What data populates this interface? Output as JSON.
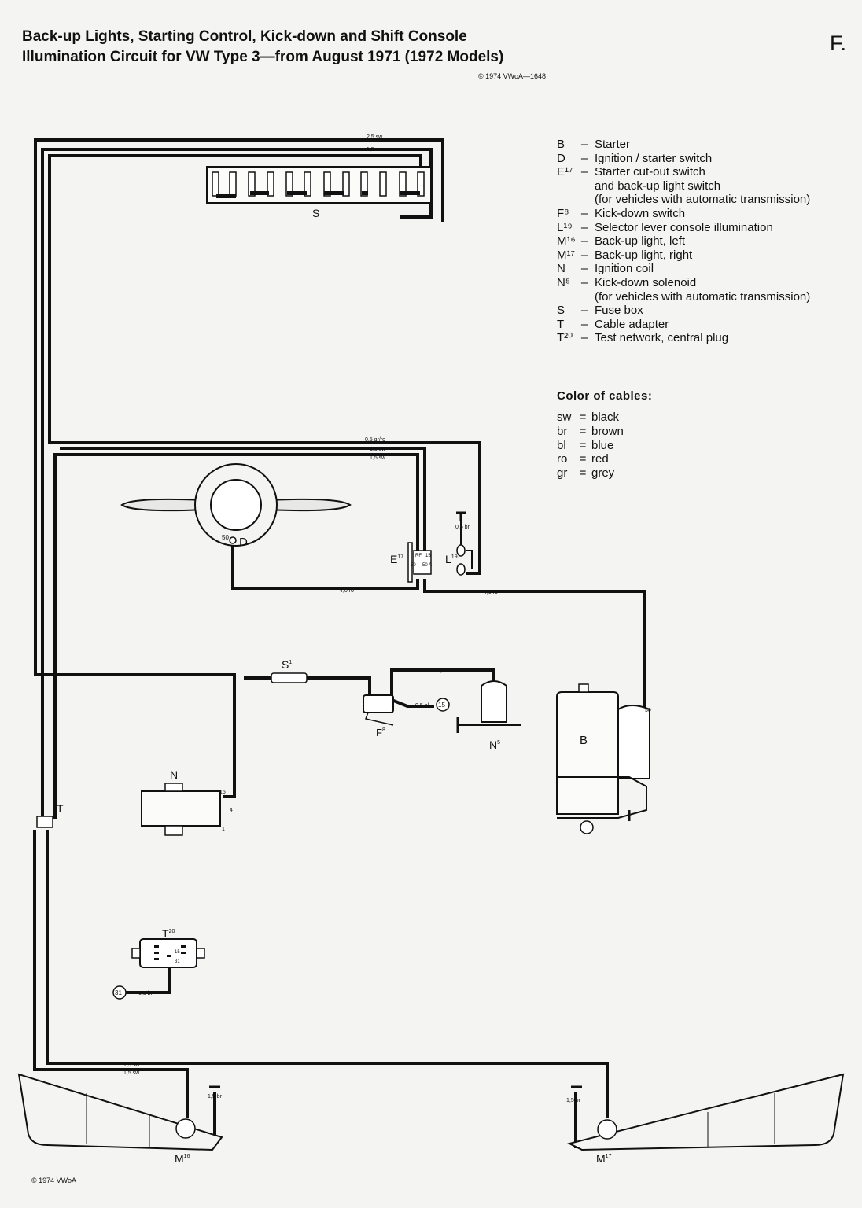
{
  "header": {
    "title_line1": "Back-up Lights, Starting Control, Kick-down and Shift Console",
    "title_line2": "Illumination Circuit for VW Type 3—from August 1971 (1972 Models)",
    "copyright_top": "© 1974 VWoA—1648",
    "sheet_letter": "F."
  },
  "legend": [
    {
      "code": "B",
      "text": "Starter",
      "cont": []
    },
    {
      "code": "D",
      "text": "Ignition / starter switch",
      "cont": []
    },
    {
      "code": "E¹⁷",
      "text": "Starter cut-out switch",
      "cont": [
        "and back-up light switch",
        "(for vehicles with automatic transmission)"
      ]
    },
    {
      "code": "F⁸",
      "text": "Kick-down switch",
      "cont": []
    },
    {
      "code": "L¹⁹",
      "text": "Selector lever console illumination",
      "cont": []
    },
    {
      "code": "M¹⁶",
      "text": "Back-up light, left",
      "cont": []
    },
    {
      "code": "M¹⁷",
      "text": "Back-up light, right",
      "cont": []
    },
    {
      "code": "N",
      "text": "Ignition coil",
      "cont": []
    },
    {
      "code": "N⁵",
      "text": "Kick-down solenoid",
      "cont": [
        "(for vehicles with automatic transmission)"
      ]
    },
    {
      "code": "S",
      "text": "Fuse box",
      "cont": []
    },
    {
      "code": "T",
      "text": "Cable adapter",
      "cont": []
    },
    {
      "code": "T²⁰",
      "text": "Test network, central plug",
      "cont": []
    }
  ],
  "legend_dash": "–",
  "cable_colors": {
    "title": "Color of cables:",
    "items": [
      {
        "code": "sw",
        "name": "black"
      },
      {
        "code": "br",
        "name": "brown"
      },
      {
        "code": "bl",
        "name": "blue"
      },
      {
        "code": "ro",
        "name": "red"
      },
      {
        "code": "gr",
        "name": "grey"
      }
    ],
    "eq": "="
  },
  "components": {
    "fuse_box": "S",
    "ignition_switch": "D",
    "ignition_terminal": "50",
    "cutout_switch": "E",
    "cutout_switch_sup": "17",
    "cutout_terminals": [
      "RF",
      "15",
      "50",
      "50 A"
    ],
    "console_light": "L",
    "console_light_sup": "19",
    "inline_fuse": "S",
    "inline_fuse_sup": "1",
    "kickdown_switch": "F",
    "kickdown_switch_sup": "8",
    "terminal_15": "15",
    "solenoid": "N",
    "solenoid_sup": "5",
    "starter": "B",
    "starter_terminal": "50",
    "coil": "N",
    "coil_terminals": [
      "15",
      "4",
      "1"
    ],
    "cable_adapter": "T",
    "test_plug": "T",
    "test_plug_sup": "20",
    "test_plug_pins": [
      "15",
      "31"
    ],
    "terminal_31": "31",
    "backup_left": "M",
    "backup_left_sup": "16",
    "backup_right": "M",
    "backup_right_sup": "17"
  },
  "wires": {
    "top_1": "2,5 sw",
    "top_2": "1,5 sw",
    "mid_grro": "0,5 gr/ro",
    "mid_sw_1": "1,5 sw",
    "mid_sw_2": "1,5 sw",
    "console_gnd": "0,5 br",
    "ign_red": "4,0 ro",
    "starter_red": "4,0 ro",
    "fuse_in": "1,5 sw",
    "solenoid": "1,5 sw",
    "kickdown_bl": "0,5 bl",
    "test_br": "6,5 br",
    "rear_1": "1,5 sw",
    "rear_2": "1,5 sw",
    "left_gnd": "1,5 br",
    "right_gnd": "1,5 br"
  },
  "footer": {
    "copyright": "© 1974 VWoA"
  }
}
